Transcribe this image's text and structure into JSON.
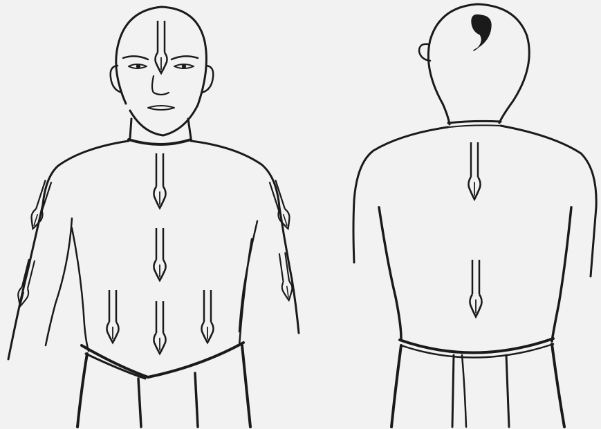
{
  "scene": {
    "background_color": "#f2f2f2",
    "ink_color": "#1a1a1a",
    "bleed_text_color": "#dadada"
  },
  "figures": [
    {
      "id": "front-view",
      "marks": 10
    },
    {
      "id": "back-view",
      "marks": 2
    }
  ]
}
